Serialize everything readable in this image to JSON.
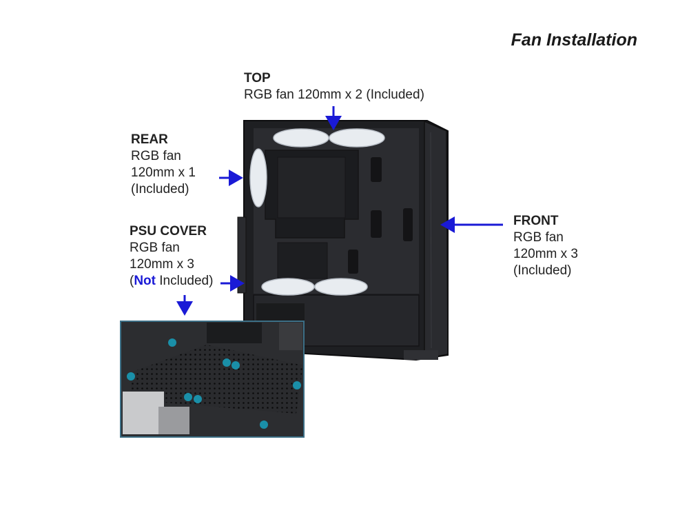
{
  "title": "Fan Installation",
  "top": {
    "heading": "TOP",
    "detail": "RGB fan 120mm x 2 (Included)"
  },
  "rear": {
    "heading": "REAR",
    "line1": "RGB fan",
    "line2": "120mm x 1",
    "line3": "(Included)"
  },
  "psu": {
    "heading": "PSU COVER",
    "line1": "RGB fan",
    "line2": "120mm x 3",
    "open": "(",
    "not": "Not",
    "close": " Included)"
  },
  "front": {
    "heading": "FRONT",
    "line1": "RGB fan",
    "line2": "120mm x 3",
    "line3": "(Included)"
  },
  "colors": {
    "arrow": "#1a1ad6",
    "case": "#1e1f22",
    "panel": "#2b2c30",
    "fan": "#e8ecf0",
    "mount": "#1a8fa8"
  }
}
